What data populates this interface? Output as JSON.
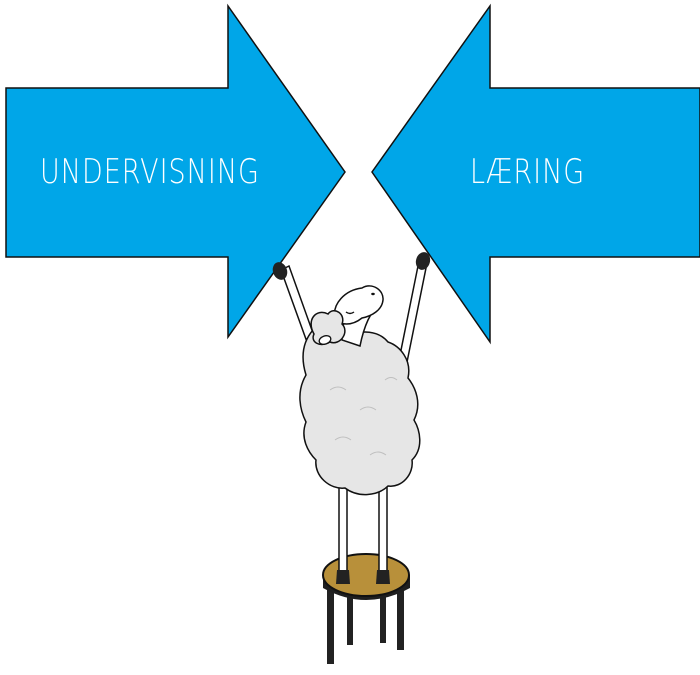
{
  "arrows": {
    "left_label": "UNDERVISNING",
    "right_label": "LÆRING",
    "fill_color": "#00A6E8",
    "outline_color": "#111111"
  },
  "illustration": {
    "subject": "sheep-on-stool",
    "wool_color": "#E6E6E6",
    "stool_seat_color": "#B8903A"
  }
}
